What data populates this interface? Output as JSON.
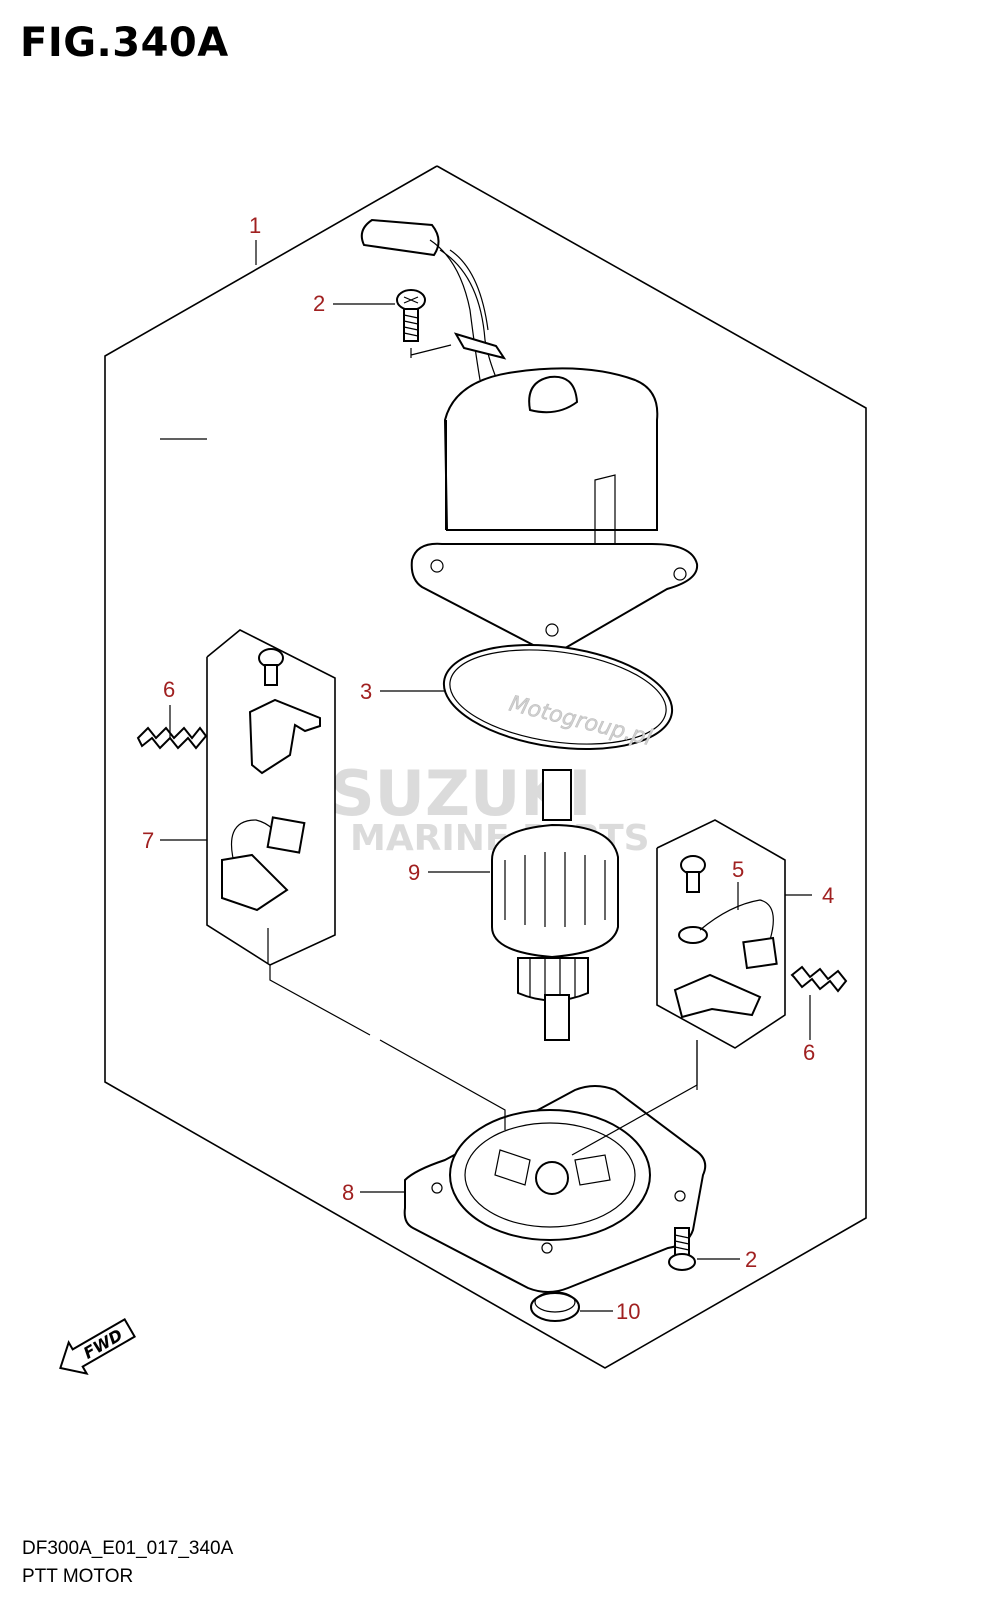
{
  "figure": {
    "title": "FIG.340A"
  },
  "watermark": {
    "brand": "SUZUKI",
    "sub": "MARINE PARTS",
    "stamp": "Motogroup.pl"
  },
  "callouts": [
    "1",
    "2",
    "3",
    "6",
    "7",
    "9",
    "5",
    "4",
    "6",
    "8",
    "2",
    "10"
  ],
  "fwd_label": "FWD",
  "footer": {
    "code": "DF300A_E01_017_340A",
    "caption": "PTT MOTOR"
  },
  "colors": {
    "callout": "#a02020",
    "line": "#000000",
    "watermark": "#d8d8d8"
  }
}
